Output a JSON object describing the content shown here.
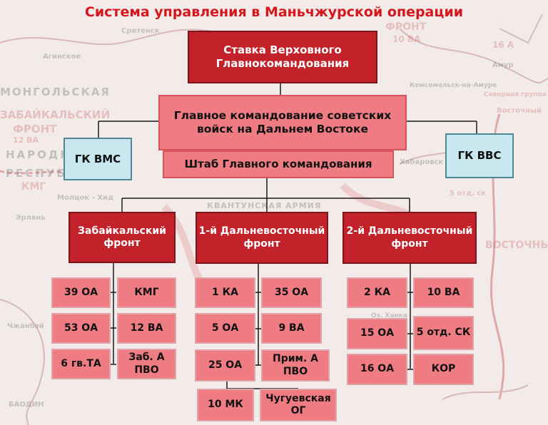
{
  "title": "Система управления в Маньчжурской операции",
  "stavka": "Ставка Верховного Главнокомандования",
  "main_command": "Главное командование советских войск на Дальнем Востоке",
  "headquarters": "Штаб Главного командования",
  "gk_vms": "ГК ВМС",
  "gk_vvs": "ГК ВВС",
  "fronts": [
    {
      "name": "Забайкальский фронт",
      "units": [
        "39 ОА",
        "КМГ",
        "53 ОА",
        "12 ВА",
        "6 гв.ТА",
        "Заб. А ПВО"
      ]
    },
    {
      "name": "1-й Дальневосточный фронт",
      "units": [
        "1 КА",
        "35 ОА",
        "5 ОА",
        "9 ВА",
        "25 ОА",
        "Прим. А ПВО",
        "10 МК",
        "Чугуевская ОГ"
      ]
    },
    {
      "name": "2-й Дальневосточный фронт",
      "units": [
        "2 КА",
        "10 ВА",
        "15 ОА",
        "5 отд. СК",
        "16 ОА",
        "КОР"
      ]
    }
  ],
  "map_labels": [
    "Агинское",
    "МОНГОЛЬСКАЯ",
    "ЗАБАЙКАЛЬСКИЙ",
    "ФРОНТ",
    "12 ВА",
    "НАРОДН",
    "РЕСПУБЛ",
    "КМГ",
    "Молцок - Хид",
    "Эрлянь",
    "Сретенск",
    "КВАНТУНСКАЯ АРМИЯ",
    "Комсомольск-на-Амуре",
    "Амур",
    "Хабаровск",
    "ФРОНТ",
    "10 ВА",
    "16 А",
    "Северная группа",
    "Восточный",
    "ВОСТОЧНЫЙ",
    "Чжанбэй",
    "БАОДИН",
    "5 отд. ск",
    "Оз. Ханка"
  ]
}
